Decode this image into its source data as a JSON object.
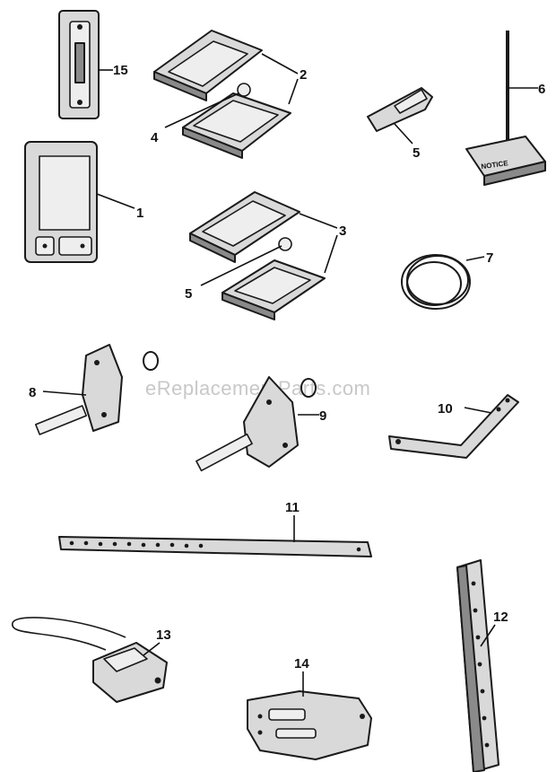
{
  "watermark": "eReplacementParts.com",
  "callouts": {
    "c1": "1",
    "c2": "2",
    "c3": "3",
    "c4": "4",
    "c5a": "5",
    "c5b": "5",
    "c6": "6",
    "c7": "7",
    "c8": "8",
    "c9": "9",
    "c10": "10",
    "c11": "11",
    "c12": "12",
    "c13": "13",
    "c14": "14",
    "c15": "15"
  },
  "sign_text": "NOTICE"
}
